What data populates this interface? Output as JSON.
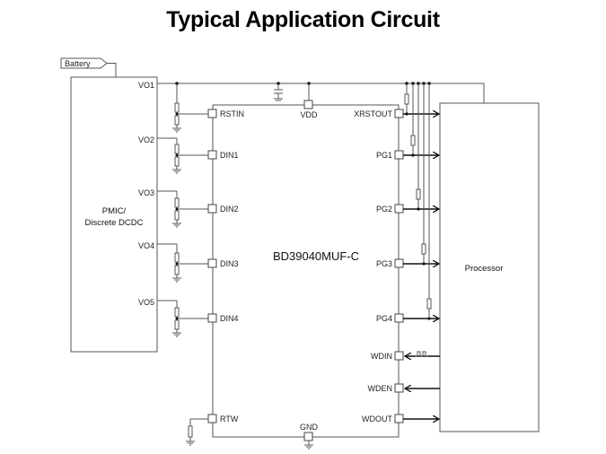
{
  "title": "Typical Application Circuit",
  "blocks": {
    "battery": "Battery",
    "pmic_line1": "PMIC/",
    "pmic_line2": "Discrete DCDC",
    "ic": "BD39040MUF-C",
    "processor": "Processor"
  },
  "pmic_outputs": [
    "VO1",
    "VO2",
    "VO3",
    "VO4",
    "VO5"
  ],
  "ic_left_pins": [
    "RSTIN",
    "DIN1",
    "DIN2",
    "DIN3",
    "DIN4",
    "RTW"
  ],
  "ic_right_pins": [
    "XRSTOUT",
    "PG1",
    "PG2",
    "PG3",
    "PG4",
    "WDIN",
    "WDEN",
    "WDOUT"
  ],
  "ic_top_pin": "VDD",
  "ic_bottom_pin": "GND"
}
